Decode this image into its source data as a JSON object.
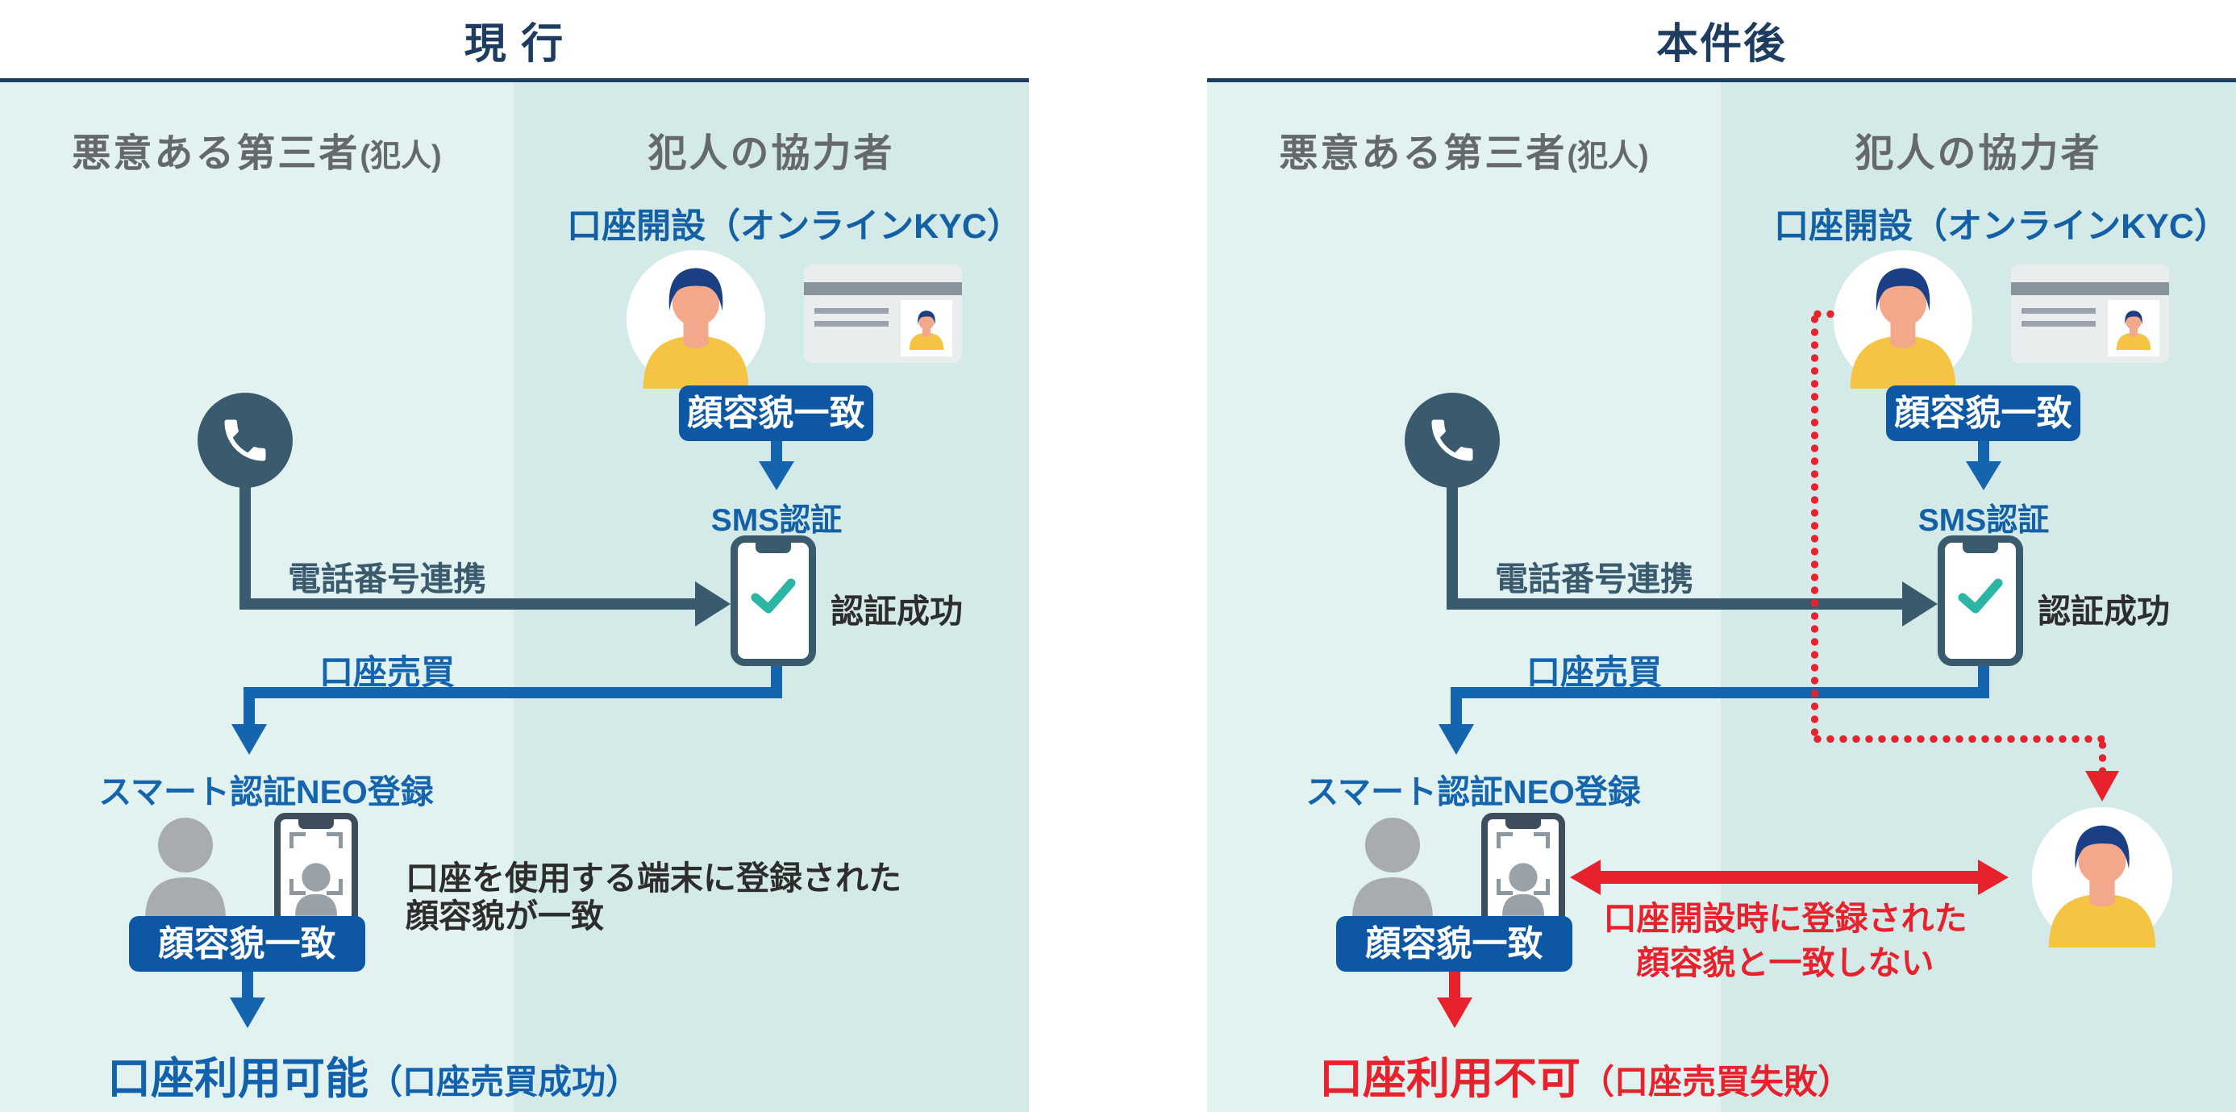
{
  "colors": {
    "title_navy": "#1d3c5f",
    "rule_navy": "#1d3f63",
    "panel_light": "#e2f2f0",
    "panel_dark": "#d3eae8",
    "header_gray": "#66696b",
    "text_blue": "#1360a5",
    "badge_blue": "#0d57a5",
    "arrow_blue": "#1564ae",
    "slate": "#3a5a6e",
    "teal_check": "#2cb5a4",
    "alert_red": "#e8222d",
    "silhouette_gray": "#a8acb0",
    "hair_navy": "#1b3f85",
    "skin": "#f3a88c",
    "shirt_yellow": "#f6c445"
  },
  "panels": {
    "current": {
      "title": "現 行",
      "left_actor_main": "悪意ある第三者",
      "left_actor_paren": "(犯人)",
      "right_actor": "犯人の協力者",
      "kyc_label": "口座開設（オンラインKYC）",
      "face_match_top": "顔容貌一致",
      "sms_label": "SMS認証",
      "auth_success": "認証成功",
      "phone_link": "電話番号連携",
      "account_trade": "口座売買",
      "smart_auth": "スマート認証NEO登録",
      "face_match_bottom": "顔容貌一致",
      "note_line1": "口座を使用する端末に登録された",
      "note_line2": "顔容貌が一致",
      "result_main": "口座利用可能",
      "result_paren": "（口座売買成功）"
    },
    "after": {
      "title": "本件後",
      "left_actor_main": "悪意ある第三者",
      "left_actor_paren": "(犯人)",
      "right_actor": "犯人の協力者",
      "kyc_label": "口座開設（オンラインKYC）",
      "face_match_top": "顔容貌一致",
      "sms_label": "SMS認証",
      "auth_success": "認証成功",
      "phone_link": "電話番号連携",
      "account_trade": "口座売買",
      "smart_auth": "スマート認証NEO登録",
      "face_match_bottom": "顔容貌一致",
      "red_note_line1": "口座開設時に登録された",
      "red_note_line2": "顔容貌と一致しない",
      "result_main": "口座利用不可",
      "result_paren": "（口座売買失敗）"
    }
  }
}
